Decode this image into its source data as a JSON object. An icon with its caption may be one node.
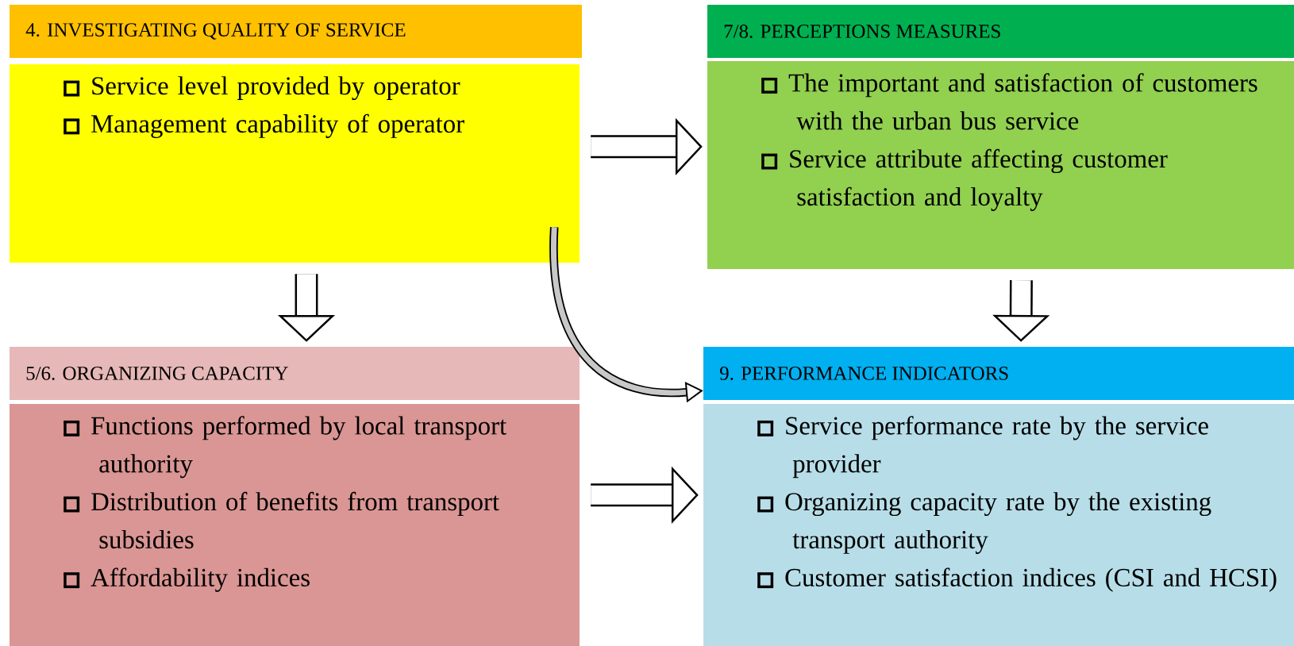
{
  "diagram": {
    "nodes": [
      {
        "text": [
          "4. INVESTIGATING QUALITY OF SERVICE"
        ]
      },
      {
        "text": [
          "Service level provided by operator",
          "Management capability of operator"
        ]
      },
      {
        "text": [
          "7/8. PERCEPTIONS MEASURES"
        ]
      },
      {
        "text": [
          "The important and satisfaction of customers with the urban bus service",
          "Service attribute affecting customer satisfaction and loyalty"
        ]
      },
      {
        "text": [
          "5/6. ORGANIZING CAPACITY"
        ]
      },
      {
        "text": [
          "Functions performed by local transport authority",
          "Distribution of benefits from transport subsidies",
          "Affordability indices"
        ]
      },
      {
        "text": [
          "9. PERFORMANCE INDICATORS"
        ]
      },
      {
        "text": [
          "Service performance rate by the service provider",
          "Organizing capacity rate by the existing transport authority",
          "Customer satisfaction indices (CSI and HCSI)"
        ]
      }
    ],
    "edges": [
      {
        "from": 1,
        "to": 3,
        "arrow": "to"
      },
      {
        "from": 1,
        "to": 4,
        "arrow": "to"
      },
      {
        "from": 3,
        "to": 6,
        "arrow": "to"
      },
      {
        "from": 5,
        "to": 7,
        "arrow": "to"
      },
      {
        "from": 1,
        "to": 6,
        "arrow": "to"
      }
    ]
  }
}
